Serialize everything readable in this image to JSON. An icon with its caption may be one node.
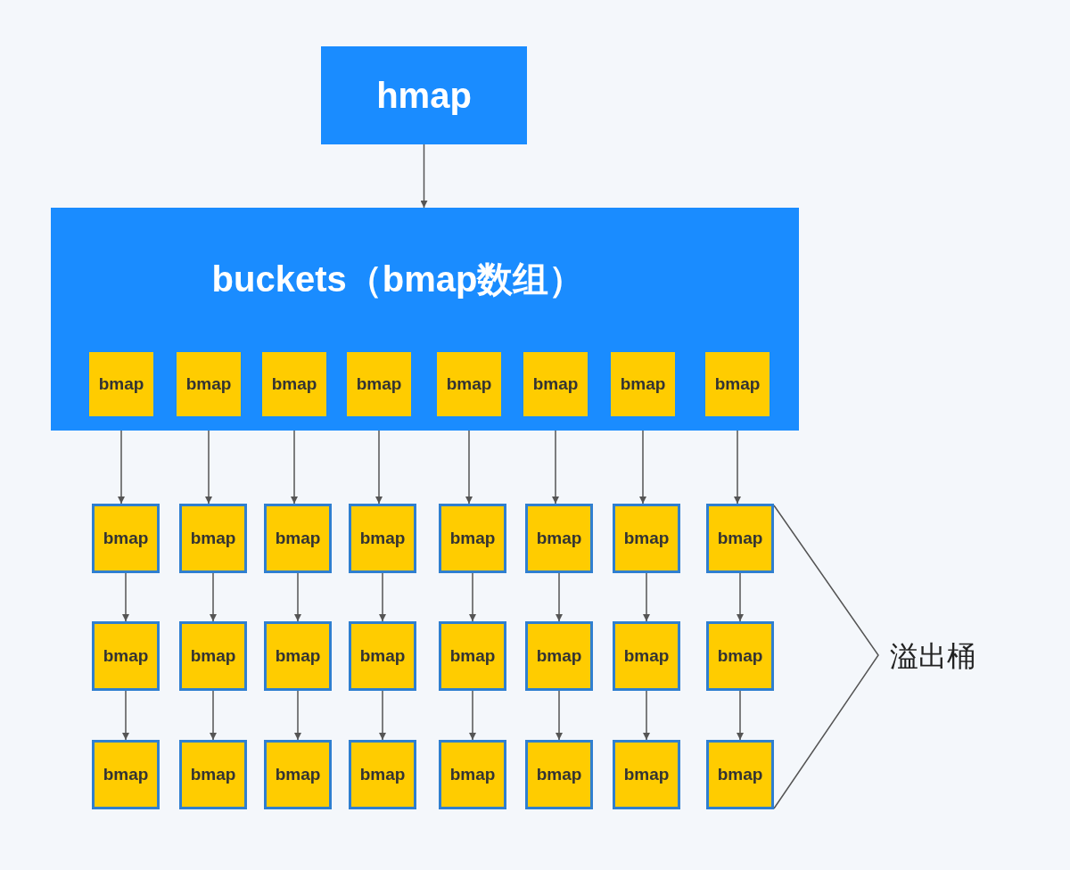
{
  "diagram": {
    "nodes": [
      {
        "text": [
          "hmap"
        ]
      },
      {
        "text": [
          "buckets（bmap数组）"
        ]
      },
      {
        "text": [
          "bmap"
        ],
        "in": 1
      },
      {
        "text": [
          "bmap"
        ],
        "in": 1
      },
      {
        "text": [
          "bmap"
        ],
        "in": 1
      },
      {
        "text": [
          "bmap"
        ],
        "in": 1
      },
      {
        "text": [
          "bmap"
        ],
        "in": 1
      },
      {
        "text": [
          "bmap"
        ],
        "in": 1
      },
      {
        "text": [
          "bmap"
        ],
        "in": 1
      },
      {
        "text": [
          "bmap"
        ],
        "in": 1
      },
      {
        "text": [
          "bmap"
        ]
      },
      {
        "text": [
          "bmap"
        ]
      },
      {
        "text": [
          "bmap"
        ]
      },
      {
        "text": [
          "bmap"
        ]
      },
      {
        "text": [
          "bmap"
        ]
      },
      {
        "text": [
          "bmap"
        ]
      },
      {
        "text": [
          "bmap"
        ]
      },
      {
        "text": [
          "bmap"
        ]
      },
      {
        "text": [
          "bmap"
        ]
      },
      {
        "text": [
          "bmap"
        ]
      },
      {
        "text": [
          "bmap"
        ]
      },
      {
        "text": [
          "bmap"
        ]
      },
      {
        "text": [
          "bmap"
        ]
      },
      {
        "text": [
          "bmap"
        ]
      },
      {
        "text": [
          "bmap"
        ]
      },
      {
        "text": [
          "bmap"
        ]
      },
      {
        "text": [
          "bmap"
        ]
      },
      {
        "text": [
          "bmap"
        ]
      },
      {
        "text": [
          "bmap"
        ]
      },
      {
        "text": [
          "bmap"
        ]
      },
      {
        "text": [
          "bmap"
        ]
      },
      {
        "text": [
          "bmap"
        ]
      },
      {
        "text": [
          "bmap"
        ]
      },
      {
        "text": [
          "bmap"
        ]
      }
    ],
    "edges": [
      {
        "from": 0,
        "to": 1,
        "arrow": "to"
      },
      {
        "from": 2,
        "to": 10,
        "arrow": "to"
      },
      {
        "from": 3,
        "to": 11,
        "arrow": "to"
      },
      {
        "from": 4,
        "to": 12,
        "arrow": "to"
      },
      {
        "from": 5,
        "to": 13,
        "arrow": "to"
      },
      {
        "from": 6,
        "to": 14,
        "arrow": "to"
      },
      {
        "from": 7,
        "to": 15,
        "arrow": "to"
      },
      {
        "from": 8,
        "to": 16,
        "arrow": "to"
      },
      {
        "from": 9,
        "to": 17,
        "arrow": "to"
      },
      {
        "from": 10,
        "to": 18,
        "arrow": "to"
      },
      {
        "from": 11,
        "to": 19,
        "arrow": "to"
      },
      {
        "from": 12,
        "to": 20,
        "arrow": "to"
      },
      {
        "from": 13,
        "to": 21,
        "arrow": "to"
      },
      {
        "from": 14,
        "to": 22,
        "arrow": "to"
      },
      {
        "from": 15,
        "to": 23,
        "arrow": "to"
      },
      {
        "from": 16,
        "to": 24,
        "arrow": "to"
      },
      {
        "from": 17,
        "to": 25,
        "arrow": "to"
      },
      {
        "from": 18,
        "to": 26,
        "arrow": "to"
      },
      {
        "from": 19,
        "to": 27,
        "arrow": "to"
      },
      {
        "from": 20,
        "to": 28,
        "arrow": "to"
      },
      {
        "from": 21,
        "to": 29,
        "arrow": "to"
      },
      {
        "from": 22,
        "to": 30,
        "arrow": "to"
      },
      {
        "from": 23,
        "to": 31,
        "arrow": "to"
      },
      {
        "from": 24,
        "to": 32,
        "arrow": "to"
      },
      {
        "from": 25,
        "to": 33,
        "arrow": "to"
      }
    ],
    "labels": [
      "溢出桶"
    ]
  }
}
